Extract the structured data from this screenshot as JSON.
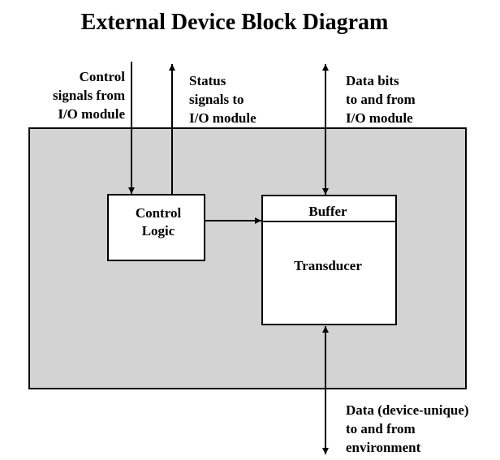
{
  "title": "External Device Block Diagram",
  "labels": {
    "control_signals": "Control\nsignals from\nI/O module",
    "status_signals": "Status\nsignals to\nI/O module",
    "data_bits": "Data bits\nto and from\nI/O module",
    "data_device": "Data (device-unique)\nto and from\nenvironment"
  },
  "boxes": {
    "control_logic_line1": "Control",
    "control_logic_line2": "Logic",
    "buffer": "Buffer",
    "transducer": "Transducer"
  },
  "colors": {
    "device_fill": "#d3d3d3",
    "box_fill": "#ffffff",
    "stroke": "#000000"
  }
}
